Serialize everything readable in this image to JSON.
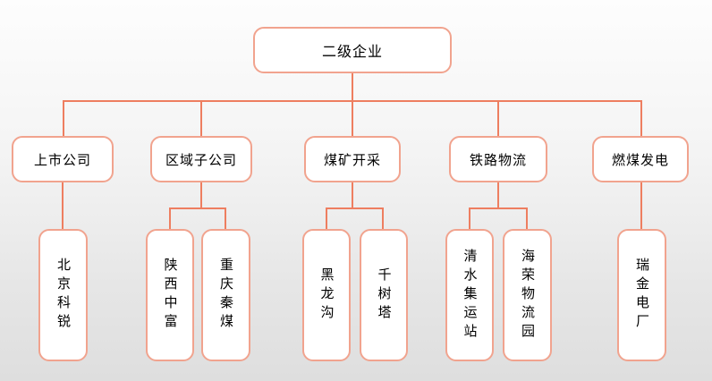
{
  "org_chart": {
    "type": "tree",
    "root": {
      "label": "二级企业"
    },
    "branches": [
      {
        "label": "上市公司",
        "children": [
          "北京科锐"
        ]
      },
      {
        "label": "区域子公司",
        "children": [
          "陕西中富",
          "重庆秦煤"
        ]
      },
      {
        "label": "煤矿开采",
        "children": [
          "黑龙沟",
          "千树塔"
        ]
      },
      {
        "label": "铁路物流",
        "children": [
          "清水集运站",
          "海荣物流园"
        ]
      },
      {
        "label": "燃煤发电",
        "children": [
          "瑞金电厂"
        ]
      }
    ],
    "colors": {
      "box_border": "#f1a38e",
      "connector": "#ee7e60",
      "box_fill": "#ffffff",
      "text": "#000000",
      "background_top": "#fdfdfd",
      "background_bottom": "#dedede"
    }
  }
}
